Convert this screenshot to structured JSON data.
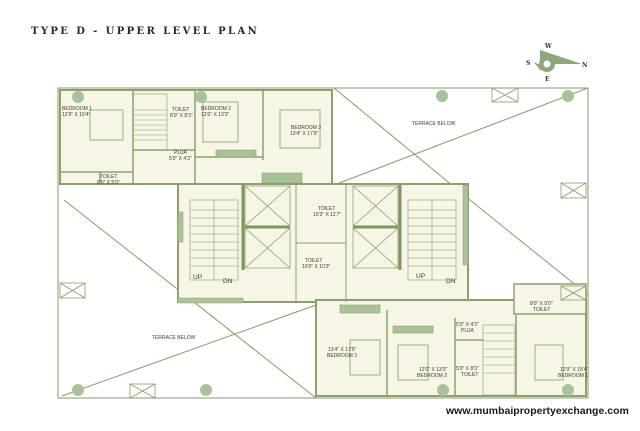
{
  "header": {
    "title": "TYPE D - UPPER LEVEL PLAN"
  },
  "compass": {
    "north": "N",
    "south": "S",
    "east": "E",
    "west": "W",
    "color": "#8aa878"
  },
  "colors": {
    "wall": "#8aa36d",
    "wall_dark": "#7d9963",
    "floor_fill": "#f7f5e6",
    "line": "#8a9a6a",
    "column": "#a9c29a"
  },
  "rooms": {
    "unit_left": {
      "bedroom1": {
        "name": "BEDROOM 1",
        "size": "12'9\" X 15'4\""
      },
      "toilet_a": {
        "name": "TOILET",
        "size": "8'0\" X 8'3\""
      },
      "bedroom2": {
        "name": "BEDROOM 2",
        "size": "12'0\" X 13'3\""
      },
      "bedroom3": {
        "name": "BEDROOM 3",
        "size": "13'4\" X 17'9\""
      },
      "puja": {
        "name": "PUJA",
        "size": "5'0\" X 4'3\""
      },
      "toilet_b": {
        "name": "TOILET",
        "size": "8'0\" X 5'0\""
      }
    },
    "core": {
      "toilet_c": {
        "name": "TOILET",
        "size": "10'3\" X 11'7\""
      },
      "toilet_d": {
        "name": "TOILET",
        "size": "10'0\" X 10'3\""
      },
      "stair_left_up": "UP",
      "stair_left_dn": "DN",
      "stair_right_up": "UP",
      "stair_right_dn": "DN"
    },
    "unit_right": {
      "toilet_e": {
        "name": "TOILET",
        "size": "8'0\" X 5'0\""
      },
      "puja": {
        "name": "PUJA",
        "size": "5'0\" X 4'3\""
      },
      "toilet_f": {
        "name": "TOILET",
        "size": "5'0\" X 8'3\""
      },
      "bedroom3": {
        "name": "BEDROOM 3",
        "size": "13'4\" X 17'9\""
      },
      "bedroom2": {
        "name": "BEDROOM 2",
        "size": "12'0\" X 13'3\""
      },
      "bedroom1": {
        "name": "BEDROOM 1",
        "size": "12'9\" X 15'4\""
      }
    },
    "terrace_top": "TERRACE BELOW",
    "terrace_bottom": "TERRACE BELOW"
  },
  "footer": {
    "website": "www.mumbaipropertyexchange.com"
  }
}
